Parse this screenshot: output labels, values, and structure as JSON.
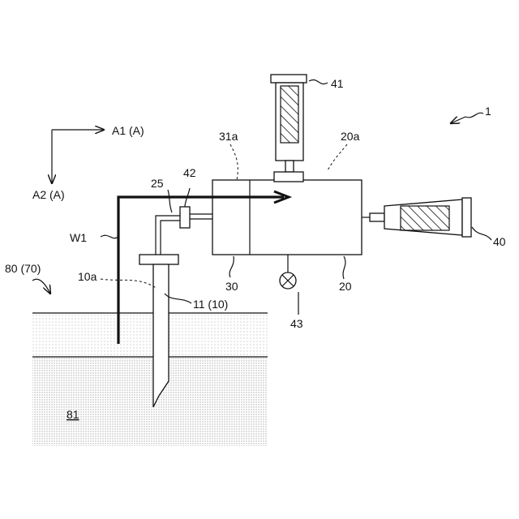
{
  "labels": {
    "device": "1",
    "syringe_top": "41",
    "syringe_right": "40",
    "outlet_20a": "20a",
    "port_31a": "31a",
    "valve_42": "42",
    "pipe_25": "25",
    "dir_a1": "A1 (A)",
    "dir_a2": "A2 (A)",
    "flow_w1": "W1",
    "cell_30": "30",
    "vessel_20": "20",
    "gauge_43": "43",
    "soil_80": "80 (70)",
    "tip_10a": "10a",
    "probe_11": "11 (10)",
    "ground_81": "81"
  },
  "colors": {
    "line": "#111111",
    "soil_dots": "#9a9a9a"
  }
}
